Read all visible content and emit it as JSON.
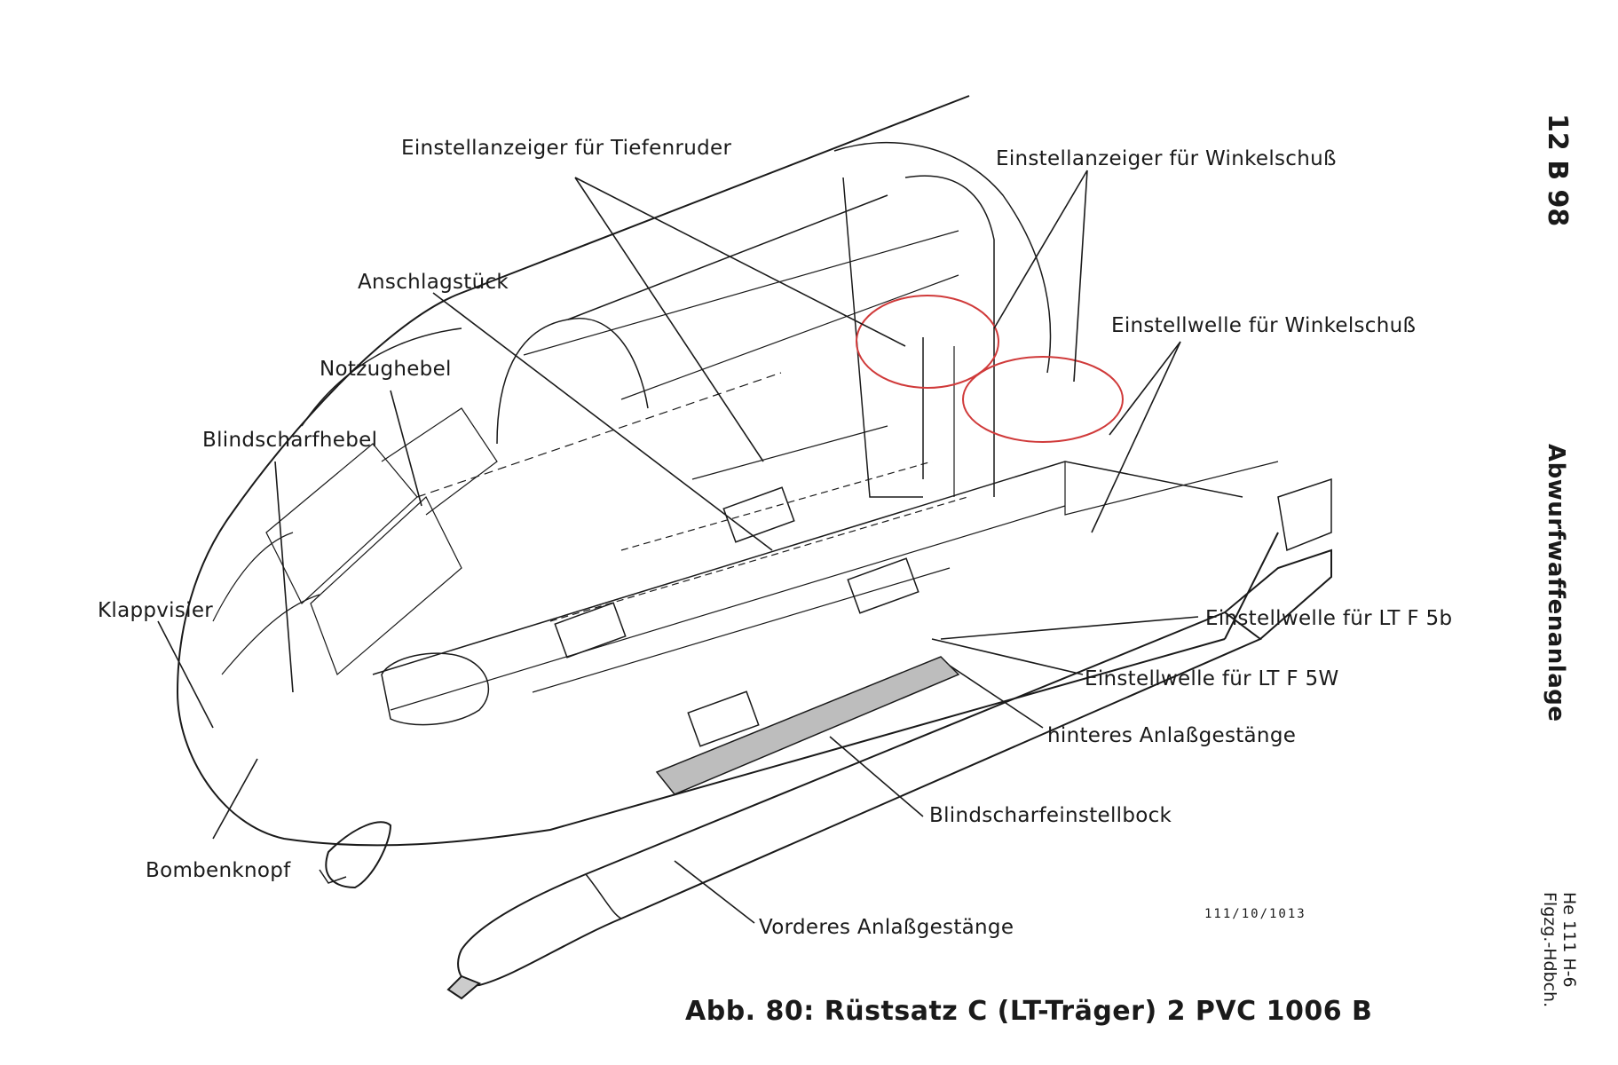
{
  "labels": {
    "tiefenruder": "Einstellanzeiger für Tiefenruder",
    "winkelschuss_anzeiger": "Einstellanzeiger für Winkelschuß",
    "anschlagstueck": "Anschlagstück",
    "winkelschuss_welle": "Einstellwelle für Winkelschuß",
    "notzughebel": "Notzughebel",
    "blindscharfhebel": "Blindscharfhebel",
    "klappvisier": "Klappvisier",
    "bombenknopf": "Bombenknopf",
    "lt_f5b": "Einstellwelle für LT F 5b",
    "lt_f5w": "Einstellwelle für LT F 5W",
    "hinteres": "hinteres Anlaßgestänge",
    "blindscharfeinstellbock": "Blindscharfeinstellbock",
    "vorderes": "Vorderes Anlaßgestänge"
  },
  "figure_ref": "111/10/1013",
  "caption": "Abb. 80: Rüstsatz C (LT-Träger) 2 PVC 1006 B",
  "side_margin": {
    "page": "12 B 98",
    "section": "Abwurfwaffenanlage",
    "manual_line1": "He 111 H-6",
    "manual_line2": "Flgzg.-Hdbch."
  },
  "colors": {
    "ink": "#1a1a1a",
    "annotation": "#d03a3a",
    "paper": "#ffffff"
  }
}
